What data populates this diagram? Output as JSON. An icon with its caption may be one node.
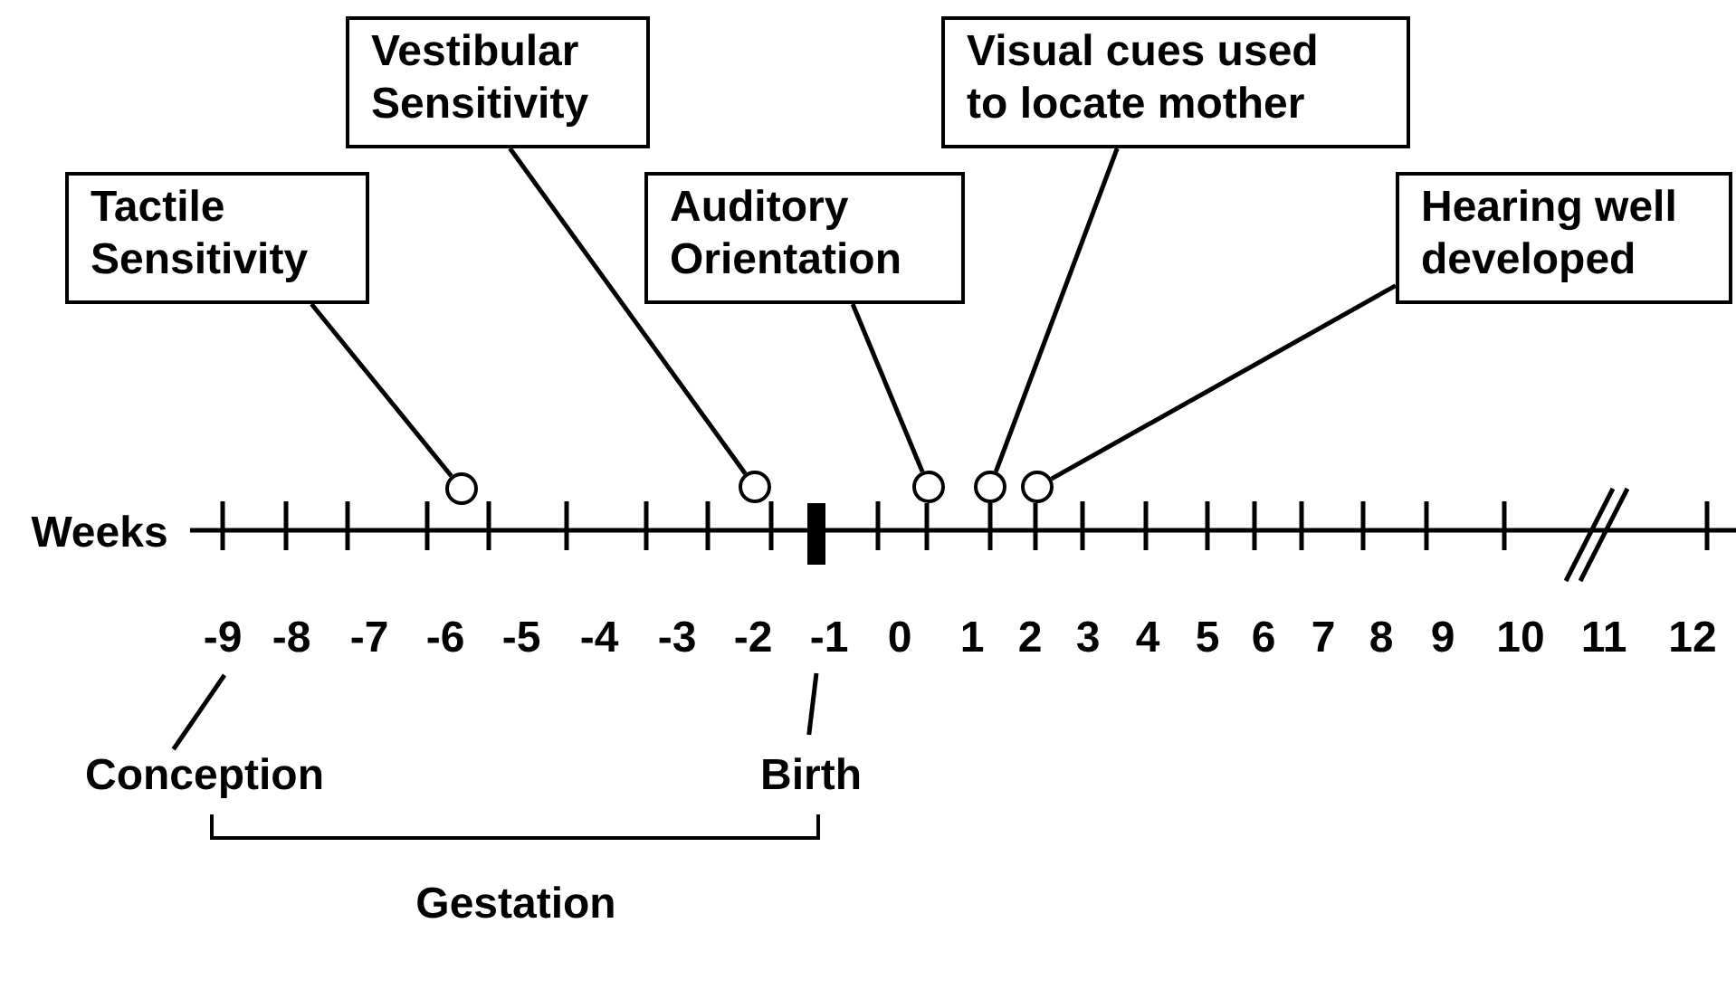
{
  "diagram": {
    "nodes": [
      {
        "text": [
          "Tactile Sensitivity"
        ]
      },
      {
        "text": [
          "Vestibular Sensitivity"
        ]
      },
      {
        "text": [
          "Auditory Orientation"
        ]
      },
      {
        "text": [
          "Visual cues used to locate mother"
        ]
      },
      {
        "text": [
          "Hearing well developed"
        ]
      },
      {
        "text": [],
        "shape": "circle"
      },
      {
        "text": [],
        "shape": "circle"
      },
      {
        "text": [],
        "shape": "circle"
      },
      {
        "text": [],
        "shape": "circle"
      },
      {
        "text": [],
        "shape": "circle"
      },
      {
        "text": [
          "Conception"
        ]
      },
      {
        "text": [
          "Birth"
        ]
      }
    ],
    "edges": [
      {
        "from": 0,
        "to": 5,
        "arrow": "none"
      },
      {
        "from": 1,
        "to": 6,
        "arrow": "none"
      },
      {
        "from": 2,
        "to": 7,
        "arrow": "none"
      },
      {
        "from": 3,
        "to": 8,
        "arrow": "none"
      },
      {
        "from": 4,
        "to": 9,
        "arrow": "none"
      },
      {
        "from": 10,
        "to": null,
        "arrow": "none"
      },
      {
        "from": 11,
        "to": null,
        "arrow": "none"
      }
    ],
    "labels": [
      "Weeks",
      "-9",
      "-8",
      "-7",
      "-6",
      "-5",
      "-4",
      "-3",
      "-2",
      "-1",
      "0",
      "1",
      "2",
      "3",
      "4",
      "5",
      "6",
      "7",
      "8",
      "9",
      "10",
      "11",
      "12",
      "Gestation"
    ]
  }
}
